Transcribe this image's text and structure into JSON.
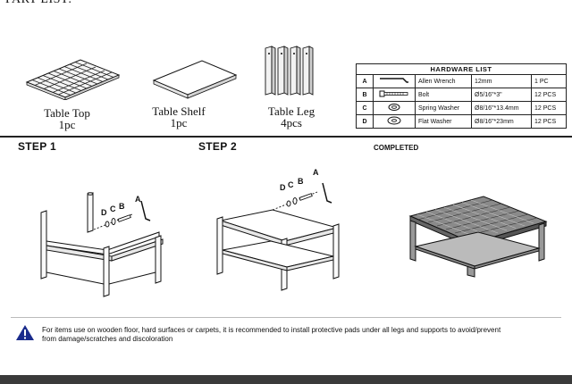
{
  "part_list": {
    "title": "PART LIST:",
    "items": [
      {
        "name": "Table Top",
        "qty": "1pc"
      },
      {
        "name": "Table Shelf",
        "qty": "1pc"
      },
      {
        "name": "Table Leg",
        "qty": "4pcs"
      }
    ]
  },
  "hardware": {
    "title": "HARDWARE  LIST",
    "rows": [
      {
        "letter": "A",
        "name": "Allen Wrench",
        "size": "12mm",
        "qty": "1 PC",
        "icon": "allen-wrench-icon"
      },
      {
        "letter": "B",
        "name": "Bolt",
        "size": "Ø5/16\"*3\"",
        "qty": "12 PCS",
        "icon": "bolt-icon"
      },
      {
        "letter": "C",
        "name": "Spring Washer",
        "size": "Ø8/16\"*13.4mm",
        "qty": "12 PCS",
        "icon": "spring-washer-icon"
      },
      {
        "letter": "D",
        "name": "Flat Washer",
        "size": "Ø8/16\"*23mm",
        "qty": "12 PCS",
        "icon": "flat-washer-icon"
      }
    ]
  },
  "steps": {
    "step1": "STEP 1",
    "step2": "STEP 2",
    "completed": "COMPLETED",
    "callout_letters": [
      "D",
      "C",
      "B",
      "A"
    ]
  },
  "note": {
    "line1": "For items use on wooden floor, hard surfaces or carpets, it is recommended to install protective pads under all legs and supports to avoid/prevent",
    "line2": "from damage/scratches and discoloration",
    "icon": "warning-icon",
    "accent": "#1a2b8c"
  }
}
